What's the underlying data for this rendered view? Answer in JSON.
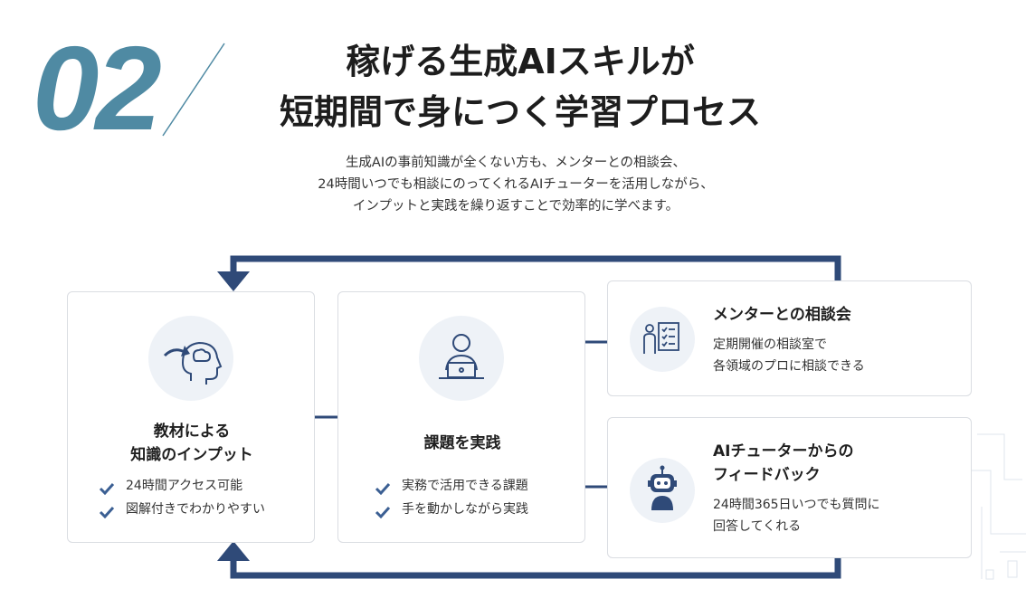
{
  "header": {
    "number": "02",
    "title_line1": "稼げる生成AIスキルが",
    "title_line2": "短期間で身につく学習プロセス",
    "lead_line1": "生成AIの事前知識が全くない方も、メンターとの相談会、",
    "lead_line2": "24時間いつでも相談にのってくれるAIチューターを活用しながら、",
    "lead_line3": "インプットと実践を繰り返すことで効率的に学べます。"
  },
  "colors": {
    "number": "#4f8aa3",
    "flow_arrow": "#2f4a78",
    "check": "#3b5f93",
    "circle_bg": "#eef2f7"
  },
  "cards": {
    "input": {
      "icon": "head-idea-icon",
      "title_line1": "教材による",
      "title_line2": "知識のインプット",
      "checks": [
        "24時間アクセス可能",
        "図解付きでわかりやすい"
      ]
    },
    "practice": {
      "icon": "laptop-user-icon",
      "title": "課題を実践",
      "checks": [
        "実務で活用できる課題",
        "手を動かしながら実践"
      ]
    },
    "mentor": {
      "icon": "presentation-checklist-icon",
      "title": "メンターとの相談会",
      "desc_line1": "定期開催の相談室で",
      "desc_line2": "各領域のプロに相談できる"
    },
    "tutor": {
      "icon": "robot-icon",
      "title_line1": "AIチューターからの",
      "title_line2": "フィードバック",
      "desc_line1": "24時間365日いつでも質問に",
      "desc_line2": "回答してくれる"
    }
  }
}
